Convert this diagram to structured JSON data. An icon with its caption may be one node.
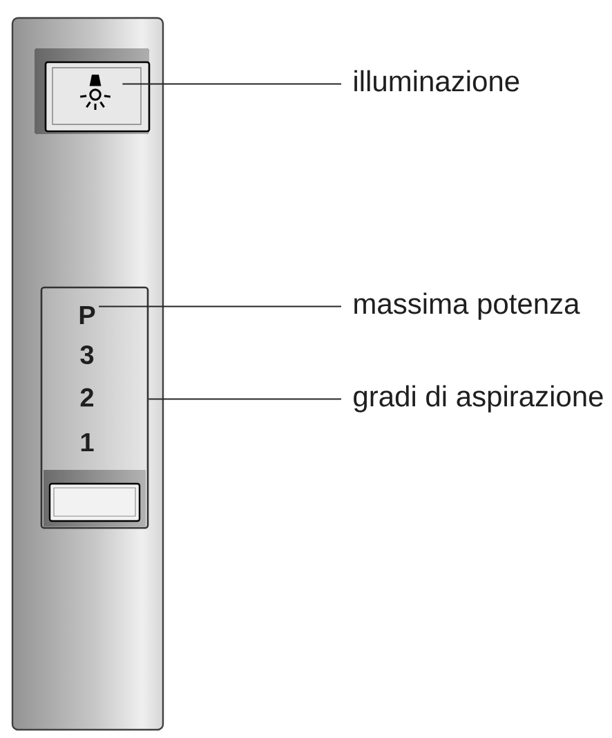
{
  "diagram": {
    "nodes": [
      {
        "text": [],
        "shape": "box"
      },
      {
        "text": [],
        "shape": "box",
        "in": 0
      },
      {
        "text": [
          "illuminazione"
        ]
      },
      {
        "text": [
          "3",
          "2",
          "1"
        ],
        "in": 0
      },
      {
        "text": [
          "P"
        ],
        "in": 3
      },
      {
        "text": [
          "massima potenza"
        ]
      },
      {
        "text": [
          "gradi di aspirazione"
        ]
      }
    ],
    "edges": [
      {
        "from": 2,
        "to": 1,
        "arrow": "none"
      },
      {
        "from": 5,
        "to": 4,
        "arrow": "none"
      },
      {
        "from": 6,
        "to": 3,
        "arrow": "none"
      }
    ]
  }
}
